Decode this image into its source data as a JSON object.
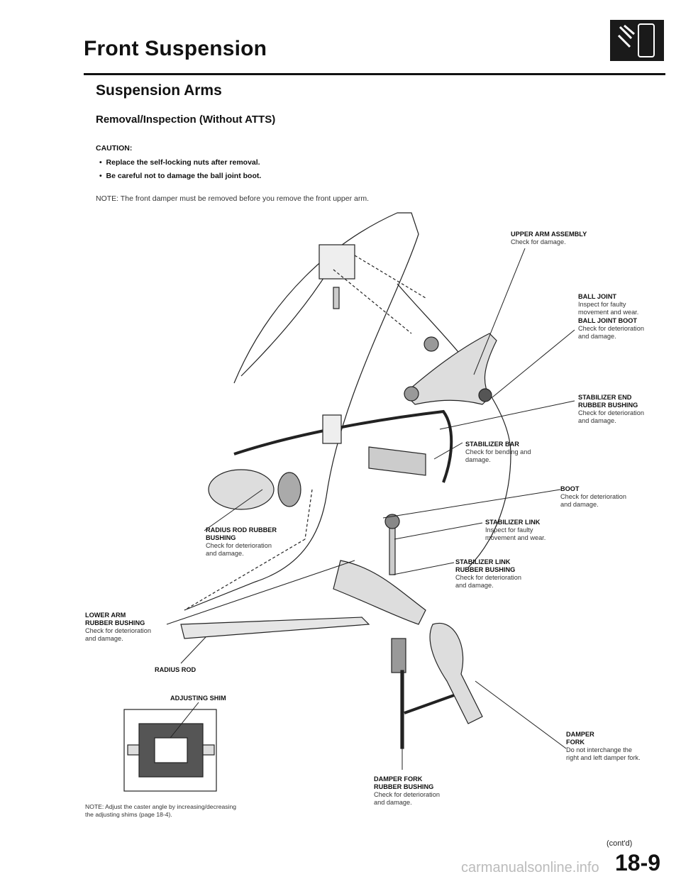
{
  "header": {
    "title": "Front Suspension",
    "icon": "suspension-strut-icon"
  },
  "section": {
    "title": "Suspension Arms",
    "subtitle": "Removal/Inspection (Without ATTS)"
  },
  "caution": {
    "label": "CAUTION:",
    "items": [
      "Replace the self-locking nuts after removal.",
      "Be careful not to damage the ball joint boot."
    ]
  },
  "note": "NOTE: The front damper must be removed before you remove the front upper arm.",
  "callouts": {
    "upper_arm": {
      "title": "UPPER ARM ASSEMBLY",
      "desc": "Check for damage."
    },
    "ball_joint": {
      "title": "BALL JOINT",
      "desc1": "Inspect for faulty",
      "desc2": "movement and wear."
    },
    "ball_joint_boot": {
      "title": "BALL JOINT BOOT",
      "desc1": "Check for deterioration",
      "desc2": "and damage."
    },
    "stab_end_bushing": {
      "title1": "STABILIZER END",
      "title2": "RUBBER BUSHING",
      "desc1": "Check for deterioration",
      "desc2": "and damage."
    },
    "stab_bar": {
      "title": "STABILIZER BAR",
      "desc1": "Check for bending and",
      "desc2": "damage."
    },
    "boot": {
      "title": "BOOT",
      "desc1": "Check for deterioration",
      "desc2": "and damage."
    },
    "stab_link": {
      "title": "STABILIZER LINK",
      "desc1": "Inspect for faulty",
      "desc2": "movement and wear."
    },
    "radius_rod_bushing": {
      "title1": "RADIUS ROD RUBBER",
      "title2": "BUSHING",
      "desc1": "Check for deterioration",
      "desc2": "and damage."
    },
    "stab_link_bushing": {
      "title1": "STABILIZER LINK",
      "title2": "RUBBER BUSHING",
      "desc1": "Check for deterioration",
      "desc2": "and damage."
    },
    "lower_arm_bushing": {
      "title1": "LOWER ARM",
      "title2": "RUBBER BUSHING",
      "desc1": "Check for deterioration",
      "desc2": "and damage."
    },
    "radius_rod": {
      "title": "RADIUS ROD"
    },
    "adjusting_shim": {
      "title": "ADJUSTING SHIM"
    },
    "damper_fork": {
      "title1": "DAMPER",
      "title2": "FORK",
      "desc1": "Do not interchange the",
      "desc2": "right and left damper fork."
    },
    "damper_fork_bushing": {
      "title1": "DAMPER FORK",
      "title2": "RUBBER BUSHING",
      "desc1": "Check for deterioration",
      "desc2": "and damage."
    }
  },
  "shim_note": {
    "line1": "NOTE: Adjust the caster angle by increasing/decreasing",
    "line2": "the adjusting shims (page 18-4)."
  },
  "footer": {
    "contd": "(cont'd)",
    "page_number": "18-9",
    "watermark": "carmanualsonline.info"
  }
}
